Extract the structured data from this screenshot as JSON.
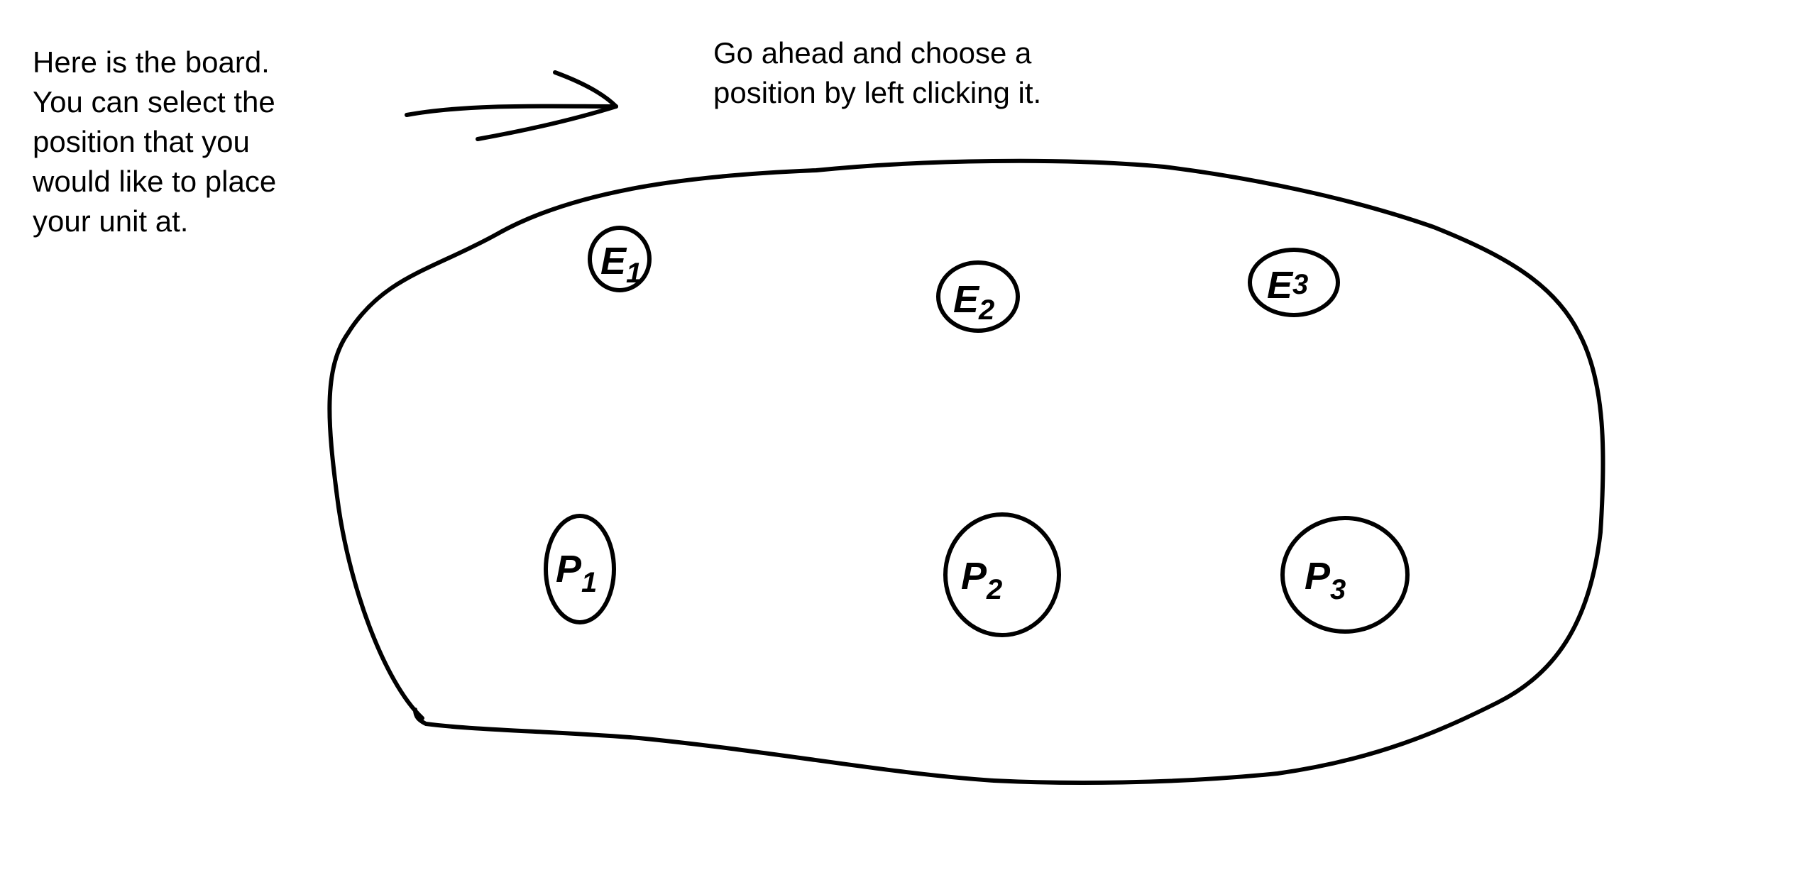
{
  "left_note": {
    "lines": [
      "Here is the board.",
      "You can select the",
      "position that you",
      "would like to place",
      "your unit at."
    ]
  },
  "top_note": {
    "lines": [
      "Go ahead and choose a",
      "position by left clicking it."
    ]
  },
  "board": {
    "enemy_positions": [
      {
        "letter": "E",
        "number": "1"
      },
      {
        "letter": "E",
        "number": "2"
      },
      {
        "letter": "E",
        "number": "3"
      }
    ],
    "player_positions": [
      {
        "letter": "P",
        "number": "1"
      },
      {
        "letter": "P",
        "number": "2"
      },
      {
        "letter": "P",
        "number": "3"
      }
    ]
  },
  "colors": {
    "ink": "#000000",
    "paper": "#ffffff"
  }
}
